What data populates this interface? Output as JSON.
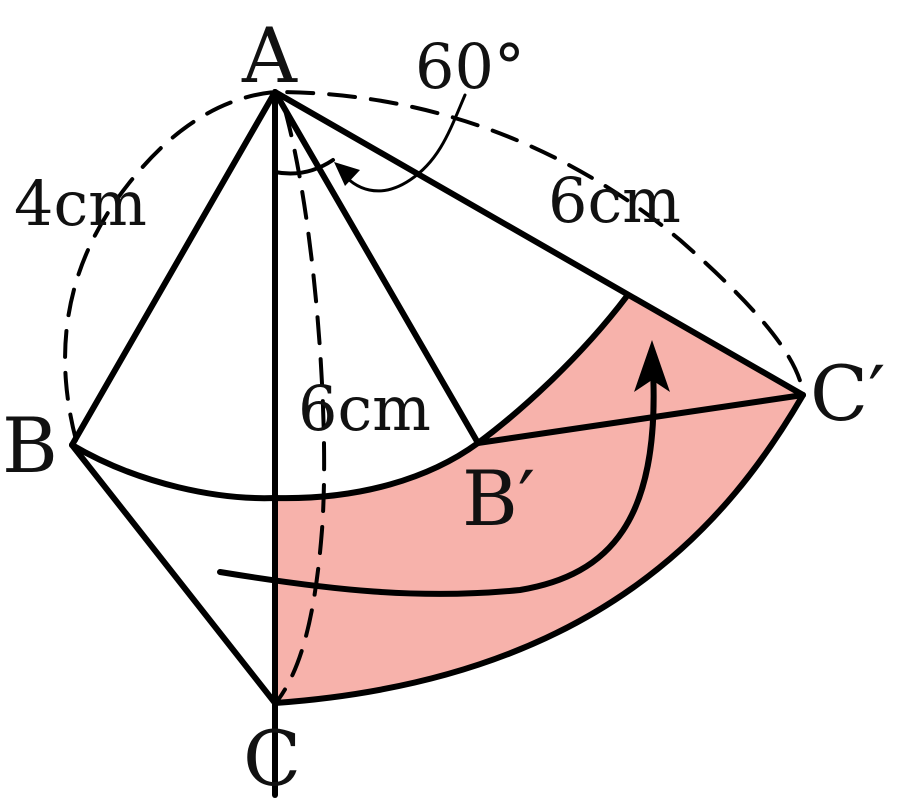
{
  "points": {
    "A": "A",
    "B": "B",
    "C": "C",
    "B_prime": "B′",
    "C_prime": "C′"
  },
  "measurements": {
    "ab": "4cm",
    "ac_prime": "6cm",
    "ab_prime": "6cm",
    "angle": "60°"
  },
  "colors": {
    "shaded_region": "#f7b2ab",
    "line": "#000000",
    "background": "#ffffff"
  }
}
